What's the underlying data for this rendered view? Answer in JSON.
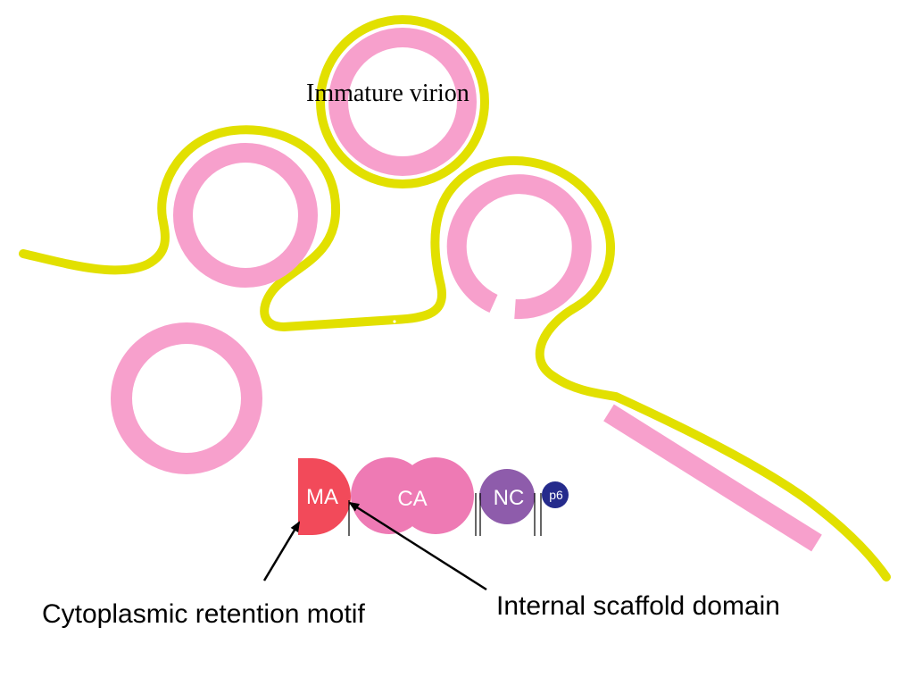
{
  "colors": {
    "membrane": "#e2e000",
    "gag_ring": "#f7a0cc",
    "ma_domain": "#f24a5a",
    "ca_domain": "#ee7ab4",
    "nc_domain": "#8e5cab",
    "p6_domain": "#252b8c",
    "arrow": "#000000",
    "background": "#ffffff"
  },
  "labels": {
    "immature_virion": "Immature virion",
    "cytoplasmic_retention": "Cytoplasmic retention motif",
    "internal_scaffold": "Internal scaffold domain"
  },
  "gag_domains": {
    "ma": "MA",
    "ca": "CA",
    "nc": "NC",
    "p6": "p6"
  }
}
